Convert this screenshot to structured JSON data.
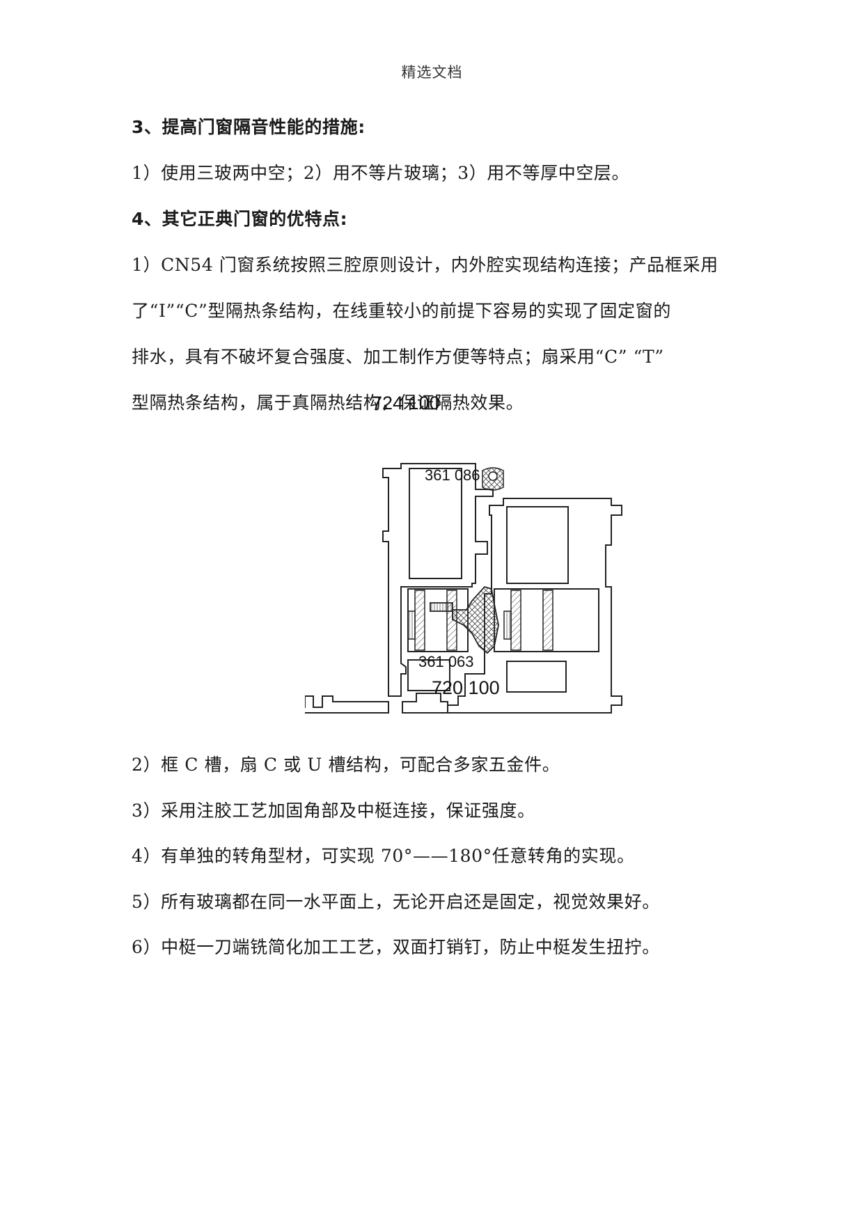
{
  "page_header": "精选文档",
  "section3": {
    "heading": "3、提高门窗隔音性能的措施:",
    "text": "1）使用三玻两中空；2）用不等片玻璃；3）用不等厚中空层。"
  },
  "section4": {
    "heading": "4、其它正典门窗的优特点:",
    "paragraph_lines": [
      "1）CN54 门窗系统按照三腔原则设计，内外腔实现结构连接；产品框采用",
      "了“I”“C”型隔热条结构，在线重较小的前提下容易的实现了固定窗的",
      "排水，具有不破坏复合强度、加工制作方便等特点；扇采用“C” “T”",
      "型隔热条结构，属于真隔热结构，保证隔热效果。"
    ]
  },
  "figure": {
    "labels": {
      "top_profile": "724 100",
      "gasket_top": "361 086",
      "gasket_bottom": "361 063",
      "bottom_profile": "720 100"
    }
  },
  "list_items": [
    "2）框 C 槽，扇 C 或 U 槽结构，可配合多家五金件。",
    "3）采用注胶工艺加固角部及中梃连接，保证强度。",
    "4）有单独的转角型材，可实现 70°——180°任意转角的实现。",
    "5）所有玻璃都在同一水平面上，无论开启还是固定，视觉效果好。",
    "6）中梃一刀端铣简化加工工艺，双面打销钉，防止中梃发生扭拧。"
  ]
}
